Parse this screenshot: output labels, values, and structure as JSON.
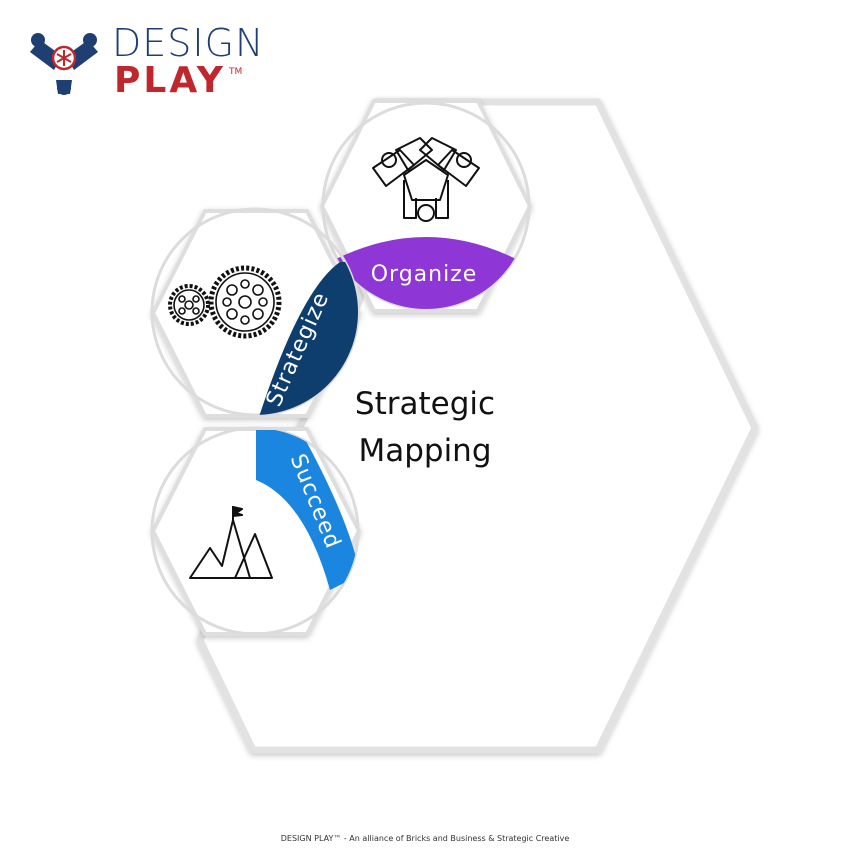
{
  "logo": {
    "word_top": "DESIGN",
    "word_bottom": "PLAY",
    "trademark": "TM",
    "color_blue": "#1f3f73",
    "color_red": "#c0272d"
  },
  "center_title": {
    "line1": "Strategic",
    "line2": "Mapping"
  },
  "stages": [
    {
      "label": "Organize",
      "icon": "teamwork-hands-icon",
      "color": "#8e36d6"
    },
    {
      "label": "Strategize",
      "icon": "gears-icon",
      "color": "#0d3e6e"
    },
    {
      "label": "Succeed",
      "icon": "mountain-flag-icon",
      "color": "#1a86e0"
    }
  ],
  "footer": "DESIGN PLAY™  - An alliance of Bricks and Business & Strategic Creative"
}
